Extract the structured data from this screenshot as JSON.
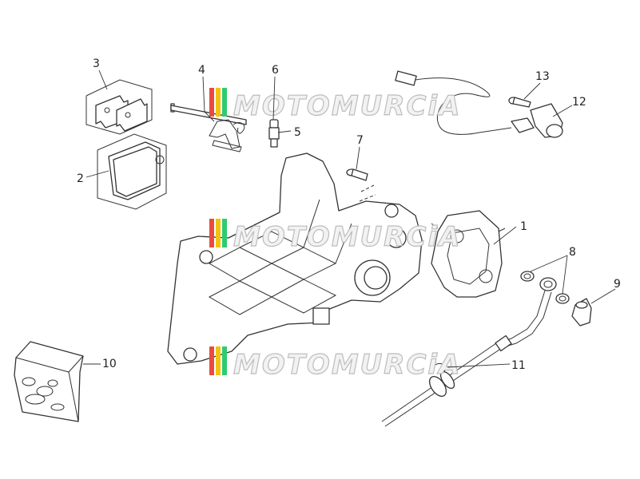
{
  "colors": {
    "watermark_fill": "#f2f2f2",
    "watermark_stroke": "#bdbdbd",
    "logo_red": "#e74c3c",
    "logo_yellow": "#f1c40f",
    "logo_green": "#2ecc71",
    "line": "#333333"
  },
  "watermark": {
    "text": "MOTOMURCiA"
  },
  "callouts": [
    {
      "id": "1",
      "label": "1"
    },
    {
      "id": "2",
      "label": "2"
    },
    {
      "id": "3",
      "label": "3"
    },
    {
      "id": "4",
      "label": "4"
    },
    {
      "id": "5",
      "label": "5"
    },
    {
      "id": "6",
      "label": "6"
    },
    {
      "id": "7",
      "label": "7"
    },
    {
      "id": "8",
      "label": "8"
    },
    {
      "id": "9",
      "label": "9"
    },
    {
      "id": "10",
      "label": "10"
    },
    {
      "id": "11",
      "label": "11"
    },
    {
      "id": "12",
      "label": "12"
    },
    {
      "id": "13",
      "label": "13"
    }
  ]
}
